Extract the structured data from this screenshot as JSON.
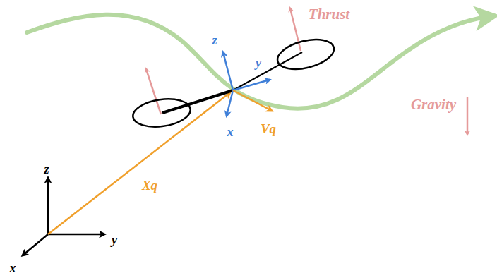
{
  "diagram": {
    "labels": [
      "Thrust",
      "z",
      "y",
      "x",
      "Gravity",
      "Vq",
      "Xq",
      "z",
      "y",
      "x"
    ]
  }
}
